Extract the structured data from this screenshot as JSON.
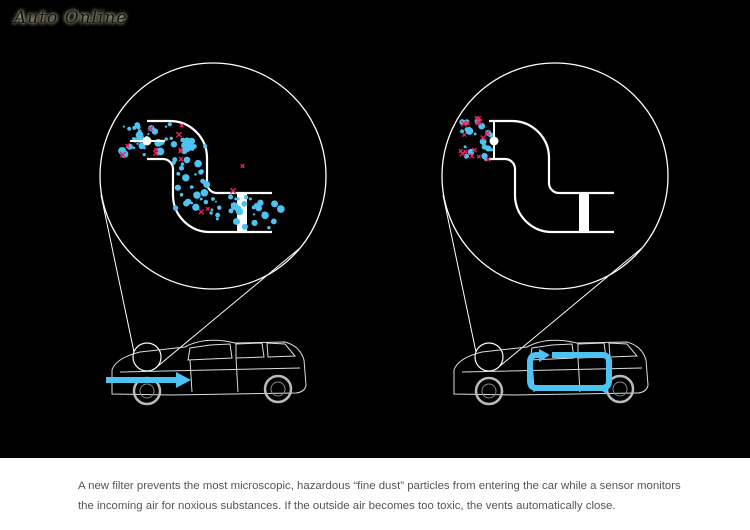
{
  "logo": {
    "text": "Auto Online"
  },
  "caption": {
    "line1": "A new filter prevents the most microscopic, hazardous “fine dust” particles from entering the car while a sensor monitors",
    "line2": "the incoming air for noxious substances. If the outside air becomes too toxic, the vents automatically close."
  },
  "colors": {
    "background": "#000000",
    "airflow": "#4cc3f0",
    "pollutant": "#e0245e",
    "line": "#ffffff"
  },
  "panels": [
    {
      "state": "vent-open",
      "airflow": "arrow-in"
    },
    {
      "state": "vent-closed",
      "airflow": "recirculation-loop"
    }
  ]
}
